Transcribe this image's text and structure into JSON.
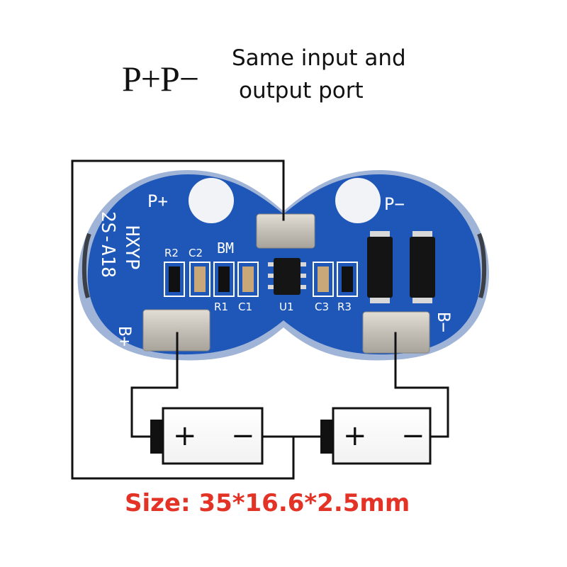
{
  "header": {
    "port_label": "P+P−",
    "note_line1": "Same input and",
    "note_line2": "output port"
  },
  "board": {
    "p_plus": "P+",
    "p_minus": "P−",
    "bm": "BM",
    "b_plus": "B+",
    "b_minus": "B−",
    "silk_brand": "HXYP",
    "silk_model": "2S-A18",
    "r2": "R2",
    "c2": "C2",
    "r1": "R1",
    "c1": "C1",
    "u1": "U1",
    "c3": "C3",
    "r3": "R3"
  },
  "batteries": [
    {
      "plus": "+",
      "minus": "−"
    },
    {
      "plus": "+",
      "minus": "−"
    }
  ],
  "footer": {
    "size_label": "Size: 35*16.6*2.5mm"
  },
  "colors": {
    "pcb_blue": "#1f57b8",
    "pad_silver": "#c9c4bc",
    "wire": "#111111",
    "size_text": "#e33226"
  }
}
